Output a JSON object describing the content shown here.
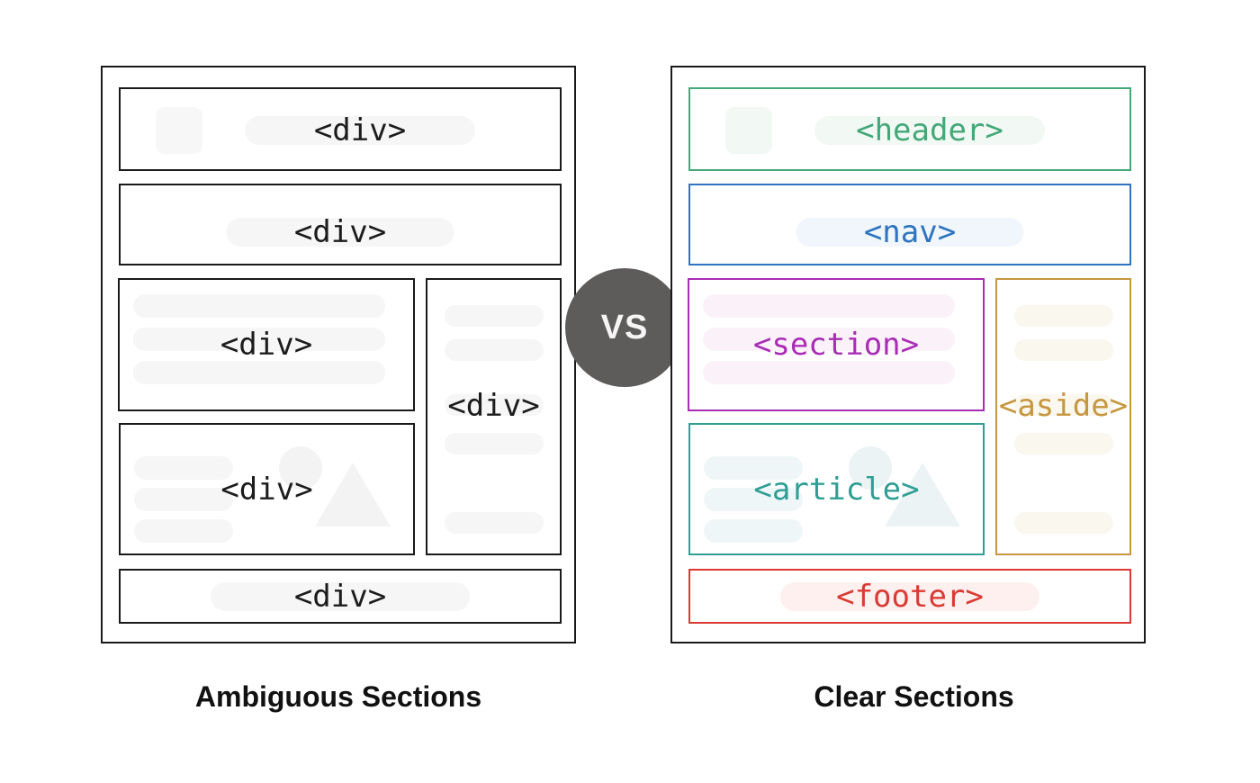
{
  "vs_badge": {
    "label": "VS",
    "bg_color": "#5e5b5b",
    "text_color": "#f6f4f4"
  },
  "left_panel": {
    "caption": "Ambiguous Sections",
    "outline_color": "#1a1a1a",
    "blocks": {
      "header": {
        "tag": "<div>"
      },
      "nav": {
        "tag": "<div>"
      },
      "section": {
        "tag": "<div>"
      },
      "aside": {
        "tag": "<div>"
      },
      "article": {
        "tag": "<div>"
      },
      "footer": {
        "tag": "<div>"
      }
    }
  },
  "right_panel": {
    "caption": "Clear Sections",
    "outline_color": "#1a1a1a",
    "blocks": {
      "header": {
        "tag": "<header>",
        "color": "#43a878"
      },
      "nav": {
        "tag": "<nav>",
        "color": "#2e74c0"
      },
      "section": {
        "tag": "<section>",
        "color": "#a92cb5"
      },
      "aside": {
        "tag": "<aside>",
        "color": "#c6973f"
      },
      "article": {
        "tag": "<article>",
        "color": "#2f9e94"
      },
      "footer": {
        "tag": "<footer>",
        "color": "#da3a33"
      }
    }
  }
}
